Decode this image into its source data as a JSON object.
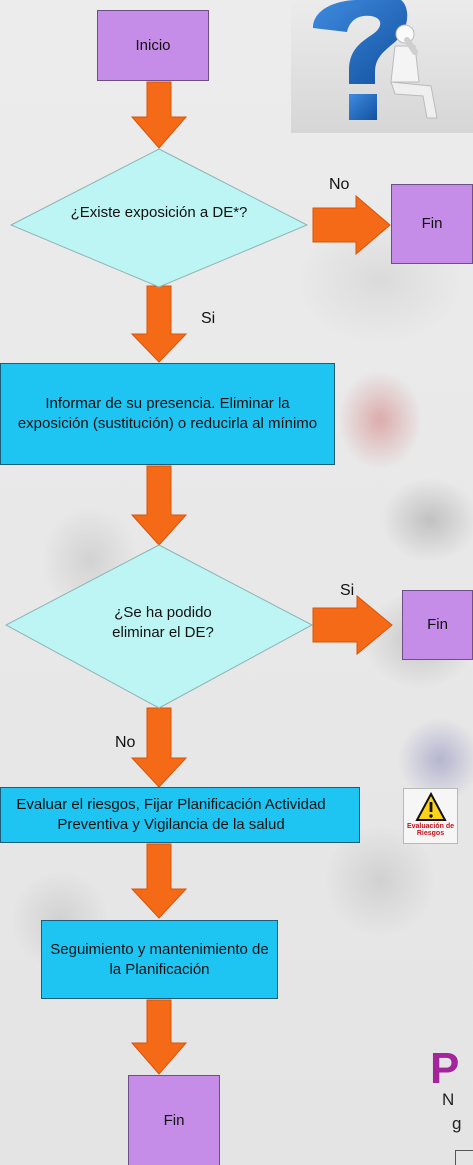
{
  "flowchart": {
    "start": "Inicio",
    "decision1": "¿Existe exposición a DE*?",
    "decision1_no": "No",
    "end1": "Fin",
    "decision1_yes": "Si",
    "process1": "Informar de su presencia. Eliminar la exposición (sustitución) o reducirla al mínimo",
    "decision2": "¿Se ha podido eliminar el DE?",
    "decision2_yes": "Si",
    "end2": "Fin",
    "decision2_no": "No",
    "process2": "Evaluar el riesgos, Fijar Planificación Actividad Preventiva y Vigilancia de la salud",
    "process3": "Seguimiento y mantenimiento de la Planificación",
    "end3": "Fin"
  },
  "warning_sign": {
    "text": "Evaluación de Riesgos",
    "color": "#c3121b",
    "icon": "warning-triangle-icon"
  },
  "side_text": {
    "big_letter": "P",
    "line1": "N",
    "line2": "g"
  },
  "colors": {
    "terminal": "#c58de8",
    "process": "#1ec4f2",
    "decision": "#bdf4f4",
    "arrow": "#f46a16"
  }
}
